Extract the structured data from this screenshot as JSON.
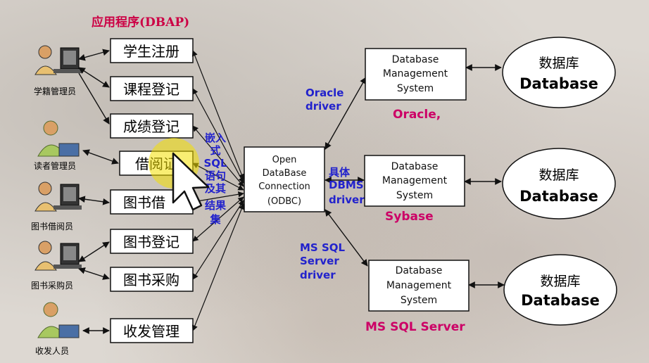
{
  "app_title": "应用程序(DBAP)",
  "users": [
    {
      "label": "学籍管理员"
    },
    {
      "label": "读者管理员"
    },
    {
      "label": "图书借阅员"
    },
    {
      "label": "图书采购员"
    },
    {
      "label": "收发人员"
    }
  ],
  "modules": [
    {
      "label": "学生注册"
    },
    {
      "label": "课程登记"
    },
    {
      "label": "成绩登记"
    },
    {
      "label": "借阅证"
    },
    {
      "label": "图书借"
    },
    {
      "label": "图书登记"
    },
    {
      "label": "图书采购"
    },
    {
      "label": "收发管理"
    }
  ],
  "embedded_sql": {
    "lines": [
      "嵌入",
      "式",
      "SQL",
      "语句",
      "及其",
      "结果",
      "集"
    ]
  },
  "odbc": {
    "lines": [
      "Open",
      "DataBase",
      "Connection",
      "(ODBC)"
    ]
  },
  "drivers": [
    {
      "lines": [
        "Oracle",
        "driver"
      ]
    },
    {
      "lines": [
        "具体",
        "DBMS",
        "driver"
      ]
    },
    {
      "lines": [
        "MS SQL",
        "Server",
        "driver"
      ]
    }
  ],
  "dbms": [
    {
      "lines": [
        "Database",
        "Management",
        "System"
      ],
      "vendor": "Oracle,"
    },
    {
      "lines": [
        "Database",
        "Management",
        "System"
      ],
      "vendor": "Sybase"
    },
    {
      "lines": [
        "Database",
        "Management",
        "System"
      ],
      "vendor": "MS SQL Server"
    }
  ],
  "databases": [
    {
      "cn": "数据库",
      "en": "Database"
    },
    {
      "cn": "数据库",
      "en": "Database"
    },
    {
      "cn": "数据库",
      "en": "Database"
    }
  ],
  "colors": {
    "title": "#cc0044",
    "driver_text": "#2222cc",
    "vendor_text": "#cc0066",
    "box_fill": "#ffffff",
    "line": "#111111",
    "highlight": "#f4e000"
  },
  "icons": {
    "user": "person-at-computer-icon",
    "cursor": "mouse-pointer-icon"
  }
}
